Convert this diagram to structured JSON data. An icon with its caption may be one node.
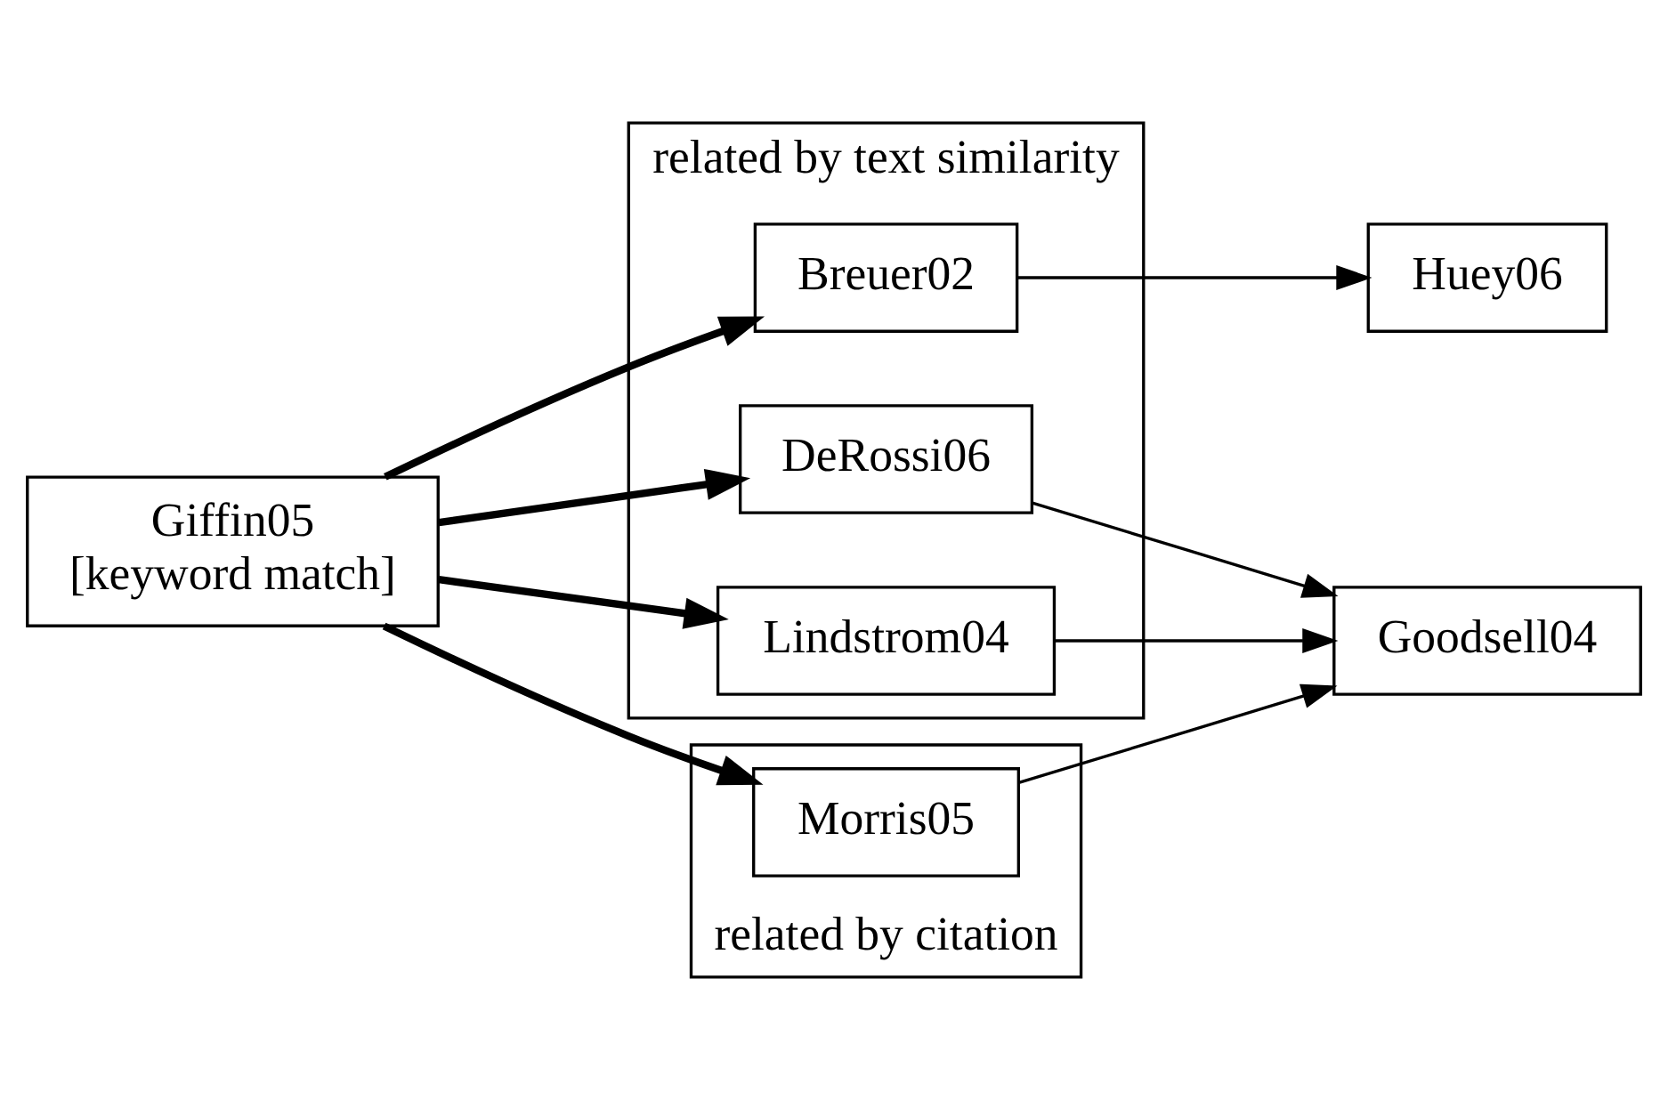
{
  "diagram": {
    "nodes": [
      {
        "text": [
          "Giffin05",
          "[keyword match]"
        ]
      },
      {
        "text": [
          "related by text similarity"
        ]
      },
      {
        "text": [
          "Breuer02"
        ],
        "in": 1
      },
      {
        "text": [
          "DeRossi06"
        ],
        "in": 1
      },
      {
        "text": [
          "Lindstrom04"
        ],
        "in": 1
      },
      {
        "text": [
          "related by citation"
        ]
      },
      {
        "text": [
          "Morris05"
        ],
        "in": 5
      },
      {
        "text": [
          "Huey06"
        ]
      },
      {
        "text": [
          "Goodsell04"
        ]
      }
    ],
    "edges": [
      {
        "from": 0,
        "to": 2,
        "arrow": "to",
        "style": "thick"
      },
      {
        "from": 0,
        "to": 3,
        "arrow": "to",
        "style": "thick"
      },
      {
        "from": 0,
        "to": 4,
        "arrow": "to",
        "style": "thick"
      },
      {
        "from": 0,
        "to": 6,
        "arrow": "to",
        "style": "thick"
      },
      {
        "from": 2,
        "to": 7,
        "arrow": "to"
      },
      {
        "from": 3,
        "to": 8,
        "arrow": "to"
      },
      {
        "from": 4,
        "to": 8,
        "arrow": "to"
      },
      {
        "from": 6,
        "to": 8,
        "arrow": "to"
      }
    ]
  }
}
